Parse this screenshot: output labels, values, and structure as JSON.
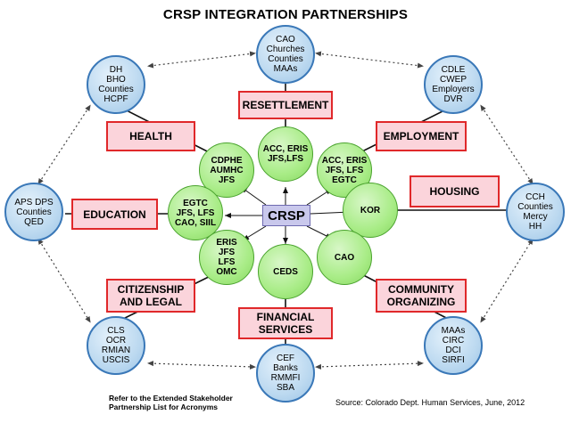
{
  "title": "CRSP INTEGRATION PARTNERSHIPS",
  "hub": "CRSP",
  "stakeholder_clusters": {
    "top": [
      "CAO",
      "Churches",
      "Counties",
      "MAAs"
    ],
    "top_left": [
      "DH",
      "BHO",
      "Counties",
      "HCPF"
    ],
    "top_right": [
      "CDLE",
      "CWEP",
      "Employers",
      "DVR"
    ],
    "left": [
      "APS DPS",
      "Counties",
      "QED"
    ],
    "right": [
      "CCH",
      "Counties",
      "Mercy",
      "HH"
    ],
    "bottom_left": [
      "CLS",
      "OCR",
      "RMIAN",
      "USCIS"
    ],
    "bottom_right": [
      "MAAs",
      "CIRC",
      "DCI",
      "SIRFI"
    ],
    "bottom": [
      "CEF",
      "Banks",
      "RMMFI",
      "SBA"
    ]
  },
  "partner_circles": {
    "top": [
      "ACC, ERIS",
      "JFS,LFS"
    ],
    "top_left": [
      "CDPHE",
      "AUMHC",
      "JFS"
    ],
    "top_right": [
      "ACC, ERIS",
      "JFS, LFS",
      "EGTC"
    ],
    "left": [
      "EGTC",
      "JFS, LFS",
      "CAO, SIIL"
    ],
    "right": [
      "KOR"
    ],
    "bottom_left": [
      "ERIS",
      "JFS",
      "LFS",
      "OMC"
    ],
    "bottom": [
      "CEDS"
    ],
    "bottom_right": [
      "CAO"
    ]
  },
  "areas": {
    "resettlement": "RESETTLEMENT",
    "health": "HEALTH",
    "employment": "EMPLOYMENT",
    "housing": "HOUSING",
    "education": "EDUCATION",
    "citizenship": [
      "CITIZENSHIP",
      "AND LEGAL"
    ],
    "community": [
      "COMMUNITY",
      "ORGANIZING"
    ],
    "financial": [
      "FINANCIAL",
      "SERVICES"
    ]
  },
  "footer": {
    "note_lines": [
      "Refer to the Extended Stakeholder",
      "Partnership List for Acronyms"
    ],
    "source": "Source: Colorado Dept. Human Services, June, 2012"
  },
  "colors": {
    "stakeholder_fill": "#bcd9f0",
    "stakeholder_border": "#3a78b8",
    "partner_fill": "#a8ec86",
    "partner_border": "#4aa32e",
    "area_fill": "#fbd4db",
    "area_border": "#e0282a",
    "hub_fill": "#c9c8ec"
  }
}
